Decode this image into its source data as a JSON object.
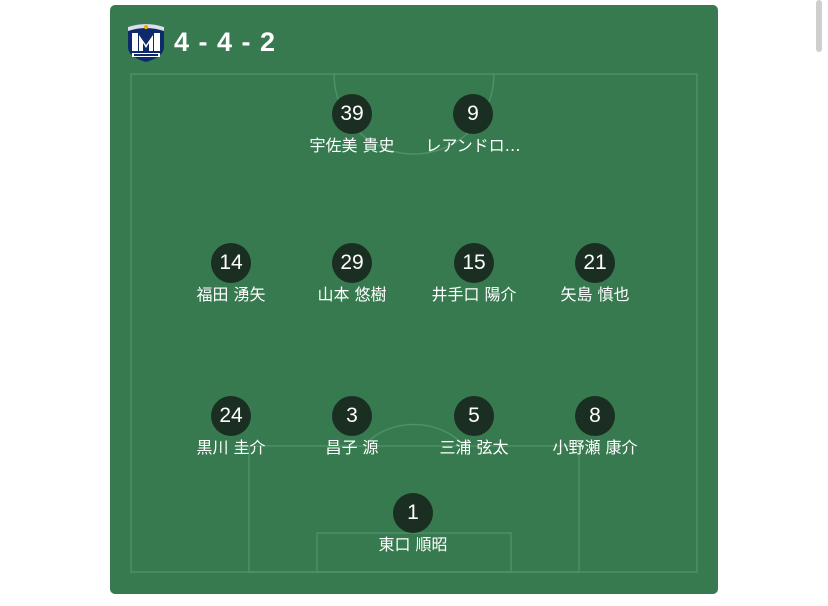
{
  "team": {
    "crest_icon": "gamba-osaka-crest-icon",
    "formation": "4 - 4 - 2"
  },
  "colors": {
    "pitch": "#377a50",
    "lines": "#4f9066",
    "badge": "#1b2e22",
    "text": "#ffffff"
  },
  "players": [
    {
      "number": "39",
      "name": "宇佐美 貴史"
    },
    {
      "number": "9",
      "name": "レアンドロ…"
    },
    {
      "number": "14",
      "name": "福田 湧矢"
    },
    {
      "number": "29",
      "name": "山本 悠樹"
    },
    {
      "number": "15",
      "name": "井手口 陽介"
    },
    {
      "number": "21",
      "name": "矢島 慎也"
    },
    {
      "number": "24",
      "name": "黒川 圭介"
    },
    {
      "number": "3",
      "name": "昌子 源"
    },
    {
      "number": "5",
      "name": "三浦 弦太"
    },
    {
      "number": "8",
      "name": "小野瀬 康介"
    },
    {
      "number": "1",
      "name": "東口 順昭"
    }
  ]
}
